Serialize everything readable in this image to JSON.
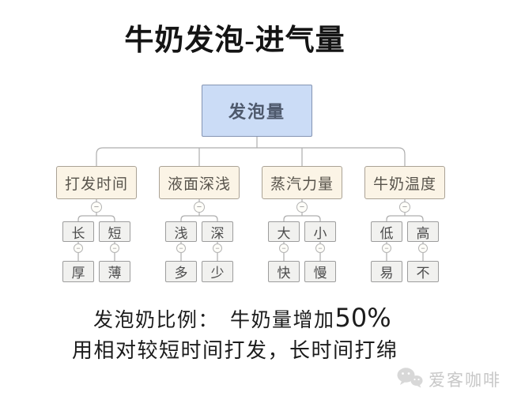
{
  "title": "牛奶发泡-进气量",
  "tree": {
    "root": "发泡量",
    "collapse_glyph": "−",
    "branches": [
      {
        "label": "打发时间",
        "children": [
          {
            "label": "长",
            "child": "厚"
          },
          {
            "label": "短",
            "child": "薄"
          }
        ]
      },
      {
        "label": "液面深浅",
        "children": [
          {
            "label": "浅",
            "child": "多"
          },
          {
            "label": "深",
            "child": "少"
          }
        ]
      },
      {
        "label": "蒸汽力量",
        "children": [
          {
            "label": "大",
            "child": "快"
          },
          {
            "label": "小",
            "child": "慢"
          }
        ]
      },
      {
        "label": "牛奶温度",
        "children": [
          {
            "label": "低",
            "child": "易"
          },
          {
            "label": "高",
            "child": "不"
          }
        ]
      }
    ]
  },
  "notes": {
    "line1_prefix": "发泡奶比例：",
    "line1_mid": "牛奶量增加",
    "line1_highlight": "50%",
    "line2": "用相对较短时间打发，长时间打绵"
  },
  "watermark": {
    "label": "爱客咖啡",
    "icon": "wechat-icon"
  },
  "colors": {
    "root_fill": "#cbdcf6",
    "root_border": "#8494b3",
    "root_text": "#4e596c",
    "branch_fill": "#fbf4e6",
    "branch_border": "#aaa295",
    "leaf_fill": "#f1f1ef",
    "leaf_border": "#9d9d9d",
    "connector_line": "#adadad",
    "note_text": "#1c1c1c",
    "watermark_text": "#c7c7c7"
  }
}
